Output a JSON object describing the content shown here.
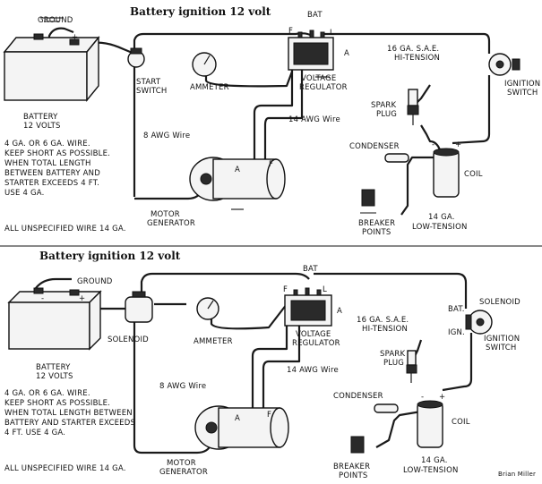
{
  "diagram_top": {
    "title": "Battery ignition 12 volt",
    "labels": {
      "ground": "GROUND",
      "bat": "BAT",
      "f": "F",
      "l": "L",
      "a": "A",
      "plus": "+",
      "minus": "-",
      "battery_1": "BATTERY",
      "battery_2": "12 VOLTS",
      "start_switch_1": "START",
      "start_switch_2": "SWITCH",
      "ammeter": "AMMETER",
      "voltage_regulator_1": "VOLTAGE",
      "voltage_regulator_2": "REGULATOR",
      "hi_tension_1": "16 GA. S.A.E.",
      "hi_tension_2": "HI-TENSION",
      "ignition_switch_1": "IGNITION",
      "ignition_switch_2": "SWITCH",
      "spark_plug_1": "SPARK",
      "spark_plug_2": "PLUG",
      "condenser": "CONDENSER",
      "coil": "COIL",
      "wire_8awg": "8 AWG Wire",
      "wire_14awg": "14 AWG Wire",
      "note_1": "4 GA. OR 6 GA. WIRE.",
      "note_2": "KEEP SHORT AS POSSIBLE.",
      "note_3": "WHEN TOTAL LENGTH",
      "note_4": "BETWEEN BATTERY AND",
      "note_5": "STARTER EXCEEDS 4 FT.",
      "note_6": "USE 4 GA.",
      "motor_generator_1": "MOTOR",
      "motor_generator_2": "GENERATOR",
      "unspecified": "ALL UNSPECIFIED WIRE 14 GA.",
      "breaker_points_1": "BREAKER",
      "breaker_points_2": "POINTS",
      "low_tension_1": "14 GA.",
      "low_tension_2": "LOW-TENSION"
    }
  },
  "diagram_bottom": {
    "title": "Battery ignition 12 volt",
    "labels": {
      "ground": "GROUND",
      "bat": "BAT",
      "f": "F",
      "l": "L",
      "a": "A",
      "plus": "+",
      "minus": "-",
      "battery_1": "BATTERY",
      "battery_2": "12 VOLTS",
      "solenoid_left": "SOLENOID",
      "solenoid_right": "SOLENOID",
      "ammeter": "AMMETER",
      "voltage_regulator_1": "VOLTAGE",
      "voltage_regulator_2": "REGULATOR",
      "hi_tension_1": "16 GA. S.A.E.",
      "hi_tension_2": "HI-TENSION",
      "bat_term": "BAT.",
      "ign_term": "IGN.",
      "ignition_switch_1": "IGNITION",
      "ignition_switch_2": "SWITCH",
      "spark_plug_1": "SPARK",
      "spark_plug_2": "PLUG",
      "condenser": "CONDENSER",
      "coil": "COIL",
      "wire_8awg": "8 AWG Wire",
      "wire_14awg": "14 AWG Wire",
      "note_1": "4 GA. OR 6 GA. WIRE.",
      "note_2": "KEEP SHORT AS POSSIBLE.",
      "note_3": "WHEN TOTAL LENGTH BETWEEN",
      "note_4": "BATTERY AND STARTER EXCEEDS",
      "note_5": "4 FT. USE 4 GA.",
      "motor_generator_1": "MOTOR",
      "motor_generator_2": "GENERATOR",
      "unspecified": "ALL UNSPECIFIED WIRE 14 GA.",
      "breaker_points_1": "BREAKER",
      "breaker_points_2": "POINTS",
      "low_tension_1": "14 GA.",
      "low_tension_2": "LOW-TENSION"
    }
  },
  "credit": "Brian Miller"
}
